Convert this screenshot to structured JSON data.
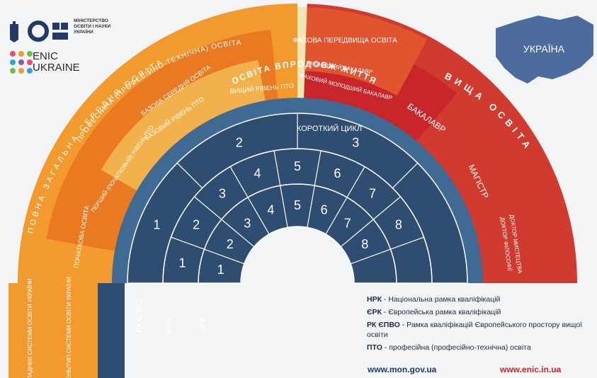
{
  "header": {
    "ministry_lines": [
      "МІНІСТЕРСТВО",
      "ОСВІТИ І НАУКИ",
      "УКРАЇНИ"
    ],
    "enic_lines": [
      "ENIC",
      "UKRAINE"
    ]
  },
  "map": {
    "label": "УКРАЇНА"
  },
  "colors": {
    "orange": "#f39a2e",
    "orange_dark": "#ea7a22",
    "orange_light": "#f3b14d",
    "red": "#d03a2f",
    "red_dark": "#c8262a",
    "blue": "#2f4d70",
    "blue_band": "#3e6a94",
    "cream": "#f2e6b8",
    "map": "#4b6c9c"
  },
  "diagram": {
    "lifelong": "ОСВІТА ВПРОДОВЖ ЖИТТЯ",
    "higher_education": "ВИЩА ОСВІТА",
    "bachelor": "БАКАЛАВР",
    "master": "МАГІСТР",
    "doctor_lines": [
      "ДОКТОР ФІЛОСОФІЇ",
      "ДОКТОР МИСТЕЦТВА"
    ],
    "professional_prehigher": "ФАХОВА ПЕРЕДВИЩА ОСВІТА",
    "junior_bachelor": "МОЛОДШИЙ БАКАЛАВР",
    "professional_junior_bachelor": "ФАХОВИЙ МОЛОДШИЙ БАКАЛАВР",
    "vocational": "ПРОФЕСІЙНА (ПРОФЕСІЙНО-ТЕХНІЧНА) ОСВІТА",
    "complete_secondary": "ПОВНА ЗАГАЛЬНА СЕРЕДНЯ ОСВІТА",
    "basic_secondary": "БАЗОВА СЕРЕДНЯ ОСВІТА",
    "primary": "ПОЧАТКОВА ОСВІТА",
    "upper_pto": "ВИЩИЙ РІВЕНЬ ПТО",
    "basic_pto": "БАЗОВИЙ РІВЕНЬ ПТО",
    "first_pto": "ПЕРШИЙ (ПОЧАТКОВИЙ) РІВЕНЬ ПТО",
    "short_cycle": "КОРОТКИЙ ЦИКЛ",
    "nrk_numbers": [
      "1",
      "2",
      "3",
      "4",
      "5",
      "6",
      "7",
      "8"
    ],
    "erk_numbers": [
      "1",
      "2",
      "3",
      "4",
      "5",
      "6",
      "7",
      "8"
    ],
    "rkepvo_numbers": [
      "1",
      "2",
      "3"
    ],
    "frameworks": [
      "РК ЄПВО",
      "ЄРК",
      "НРК"
    ],
    "components": [
      "СКЛАДНИК СИСТЕМИ ОСВІТИ УКРАЇНИ",
      "РІВЕНЬ/ТИП СИСТЕМИ ОСВІТИ УКРАЇНИ"
    ]
  },
  "legend": [
    {
      "abbr": "НРК",
      "desc": " - Національна рамка кваліфікацій"
    },
    {
      "abbr": "ЄРК",
      "desc": " - Європейська рамка кваліфікацій"
    },
    {
      "abbr": "РК ЄПВО",
      "desc": " - Рамка кваліфікацій Європейського простору вищої освіти"
    },
    {
      "abbr": "ПТО",
      "desc": " - професійна (професійно-технічна) освіта"
    }
  ],
  "sites": {
    "left": "www.mon.gov.ua",
    "right": "www.enic.in.ua"
  }
}
